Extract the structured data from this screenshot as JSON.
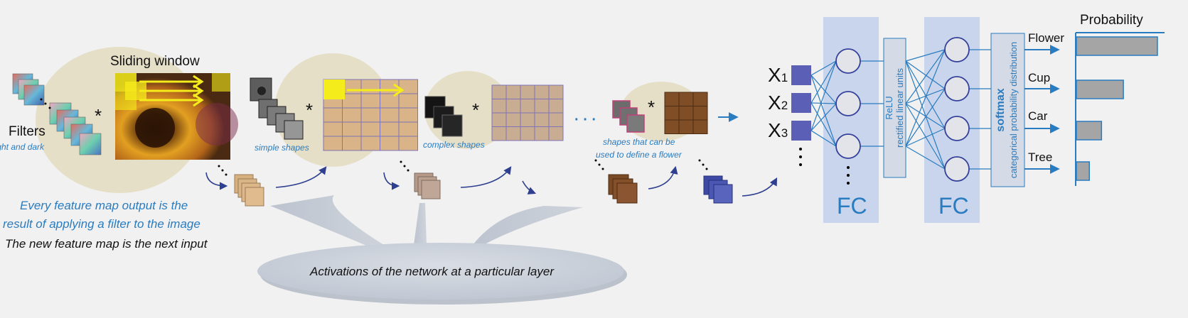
{
  "colors": {
    "blue": "#2a7cc0",
    "navy": "#33419a",
    "blob": "#e6dfc8",
    "fc_panel": "#c9d5ec",
    "bar": "#a5a5a5",
    "yellow": "#f5ec1b",
    "tan": "#d8b488",
    "node_fill": "#e2e4ea"
  },
  "stage1": {
    "filters_label": "Filters",
    "filters_sublabel": "light and dark",
    "sliding_window": "Sliding window",
    "operator": "*"
  },
  "stage2": {
    "label": "simple shapes",
    "operator": "*"
  },
  "stage3": {
    "label": "complex shapes",
    "operator": "*"
  },
  "stage4": {
    "label_line1": "shapes that can be",
    "label_line2": "used to define a flower",
    "operator": "*"
  },
  "ellipsis": "· · ·",
  "notes": {
    "line1": "Every feature map output is the",
    "line2": "result of applying a filter to the image",
    "line3": "The new feature map is the next input"
  },
  "activations_label": "Activations of the network at a particular layer",
  "inputs": [
    {
      "var": "X",
      "sub": "1"
    },
    {
      "var": "X",
      "sub": "2"
    },
    {
      "var": "X",
      "sub": "3"
    }
  ],
  "fc_label": "FC",
  "relu": {
    "line1": "ReLU",
    "line2": "rectified linear units"
  },
  "softmax": {
    "line1": "softmax",
    "line2": "categorical probability distribution"
  },
  "probability_title": "Probability",
  "chart_data": {
    "type": "bar",
    "title": "Probability",
    "categories": [
      "Flower",
      "Cup",
      "Car",
      "Tree"
    ],
    "values": [
      1.0,
      0.58,
      0.31,
      0.16
    ],
    "orientation": "horizontal",
    "xlim": [
      0,
      1
    ]
  }
}
